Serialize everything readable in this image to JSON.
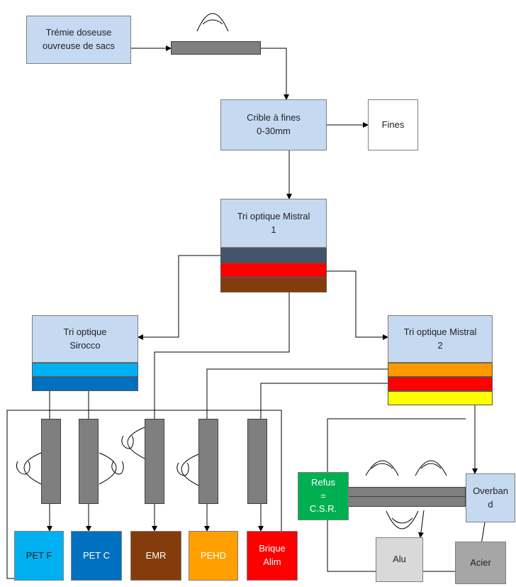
{
  "nodes": {
    "tremie": "Trémie doseuse\nouvreuse de sacs",
    "crible": "Crible à fines\n0-30mm",
    "fines": "Fines",
    "mistral1": "Tri optique Mistral\n1",
    "sirocco": "Tri optique\nSirocco",
    "mistral2": "Tri optique Mistral\n2",
    "refus": "Refus\n=\nC.S.R.",
    "overband": "Overban\nd",
    "alu": "Alu",
    "acier": "Acier",
    "petf": "PET F",
    "petc": "PET C",
    "emr": "EMR",
    "pehd": "PEHD",
    "brique": "Brique\nAlim"
  },
  "colors": {
    "process_box": "#c5d9f1",
    "mistral1_bands": [
      "#44546a",
      "#ff0000",
      "#843c0c"
    ],
    "sirocco_bands": [
      "#00b0f0",
      "#0070c0"
    ],
    "mistral2_bands": [
      "#ff9900",
      "#ff0000",
      "#ffff00"
    ],
    "petf": "#00b0f0",
    "petc": "#0070c0",
    "emr": "#843c0c",
    "pehd": "#ffa000",
    "brique": "#ff0000",
    "refus": "#00b050",
    "alu": "#d9d9d9",
    "acier": "#a6a6a6",
    "conveyor": "#7f7f7f"
  },
  "icons": [
    "operator-eye-icon",
    "conveyor-belt"
  ]
}
